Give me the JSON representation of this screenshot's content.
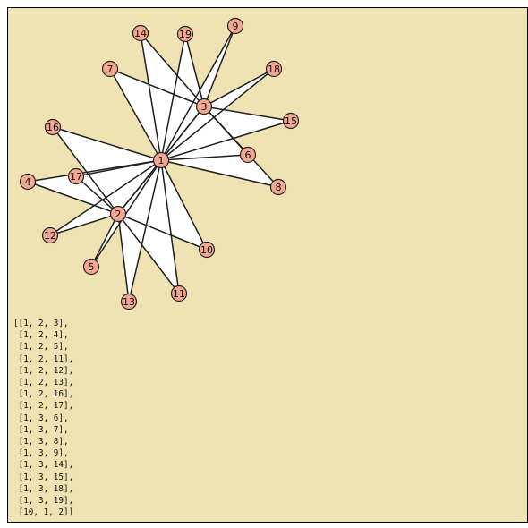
{
  "figure": {
    "vertices": [
      {
        "id": "1",
        "label": "1"
      },
      {
        "id": "2",
        "label": "2"
      },
      {
        "id": "3",
        "label": "3"
      },
      {
        "id": "4",
        "label": "4"
      },
      {
        "id": "5",
        "label": "5"
      },
      {
        "id": "6",
        "label": "6"
      },
      {
        "id": "7",
        "label": "7"
      },
      {
        "id": "8",
        "label": "8"
      },
      {
        "id": "9",
        "label": "9"
      },
      {
        "id": "10",
        "label": "10"
      },
      {
        "id": "11",
        "label": "11"
      },
      {
        "id": "12",
        "label": "12"
      },
      {
        "id": "13",
        "label": "13"
      },
      {
        "id": "14",
        "label": "14"
      },
      {
        "id": "15",
        "label": "15"
      },
      {
        "id": "16",
        "label": "16"
      },
      {
        "id": "17",
        "label": "17"
      },
      {
        "id": "18",
        "label": "18"
      },
      {
        "id": "19",
        "label": "19"
      }
    ],
    "triangles": [
      [
        "1",
        "2",
        "3"
      ],
      [
        "1",
        "2",
        "4"
      ],
      [
        "1",
        "2",
        "5"
      ],
      [
        "1",
        "2",
        "11"
      ],
      [
        "1",
        "2",
        "12"
      ],
      [
        "1",
        "2",
        "13"
      ],
      [
        "1",
        "2",
        "16"
      ],
      [
        "1",
        "2",
        "17"
      ],
      [
        "1",
        "3",
        "6"
      ],
      [
        "1",
        "3",
        "7"
      ],
      [
        "1",
        "3",
        "8"
      ],
      [
        "1",
        "3",
        "9"
      ],
      [
        "1",
        "3",
        "14"
      ],
      [
        "1",
        "3",
        "15"
      ],
      [
        "1",
        "3",
        "18"
      ],
      [
        "1",
        "3",
        "19"
      ],
      [
        "10",
        "1",
        "2"
      ]
    ]
  },
  "output": {
    "lines": [
      "[[1, 2, 3],",
      " [1, 2, 4],",
      " [1, 2, 5],",
      " [1, 2, 11],",
      " [1, 2, 12],",
      " [1, 2, 13],",
      " [1, 2, 16],",
      " [1, 2, 17],",
      " [1, 3, 6],",
      " [1, 3, 7],",
      " [1, 3, 8],",
      " [1, 3, 9],",
      " [1, 3, 14],",
      " [1, 3, 15],",
      " [1, 3, 18],",
      " [1, 3, 19],",
      " [10, 1, 2]]"
    ]
  }
}
